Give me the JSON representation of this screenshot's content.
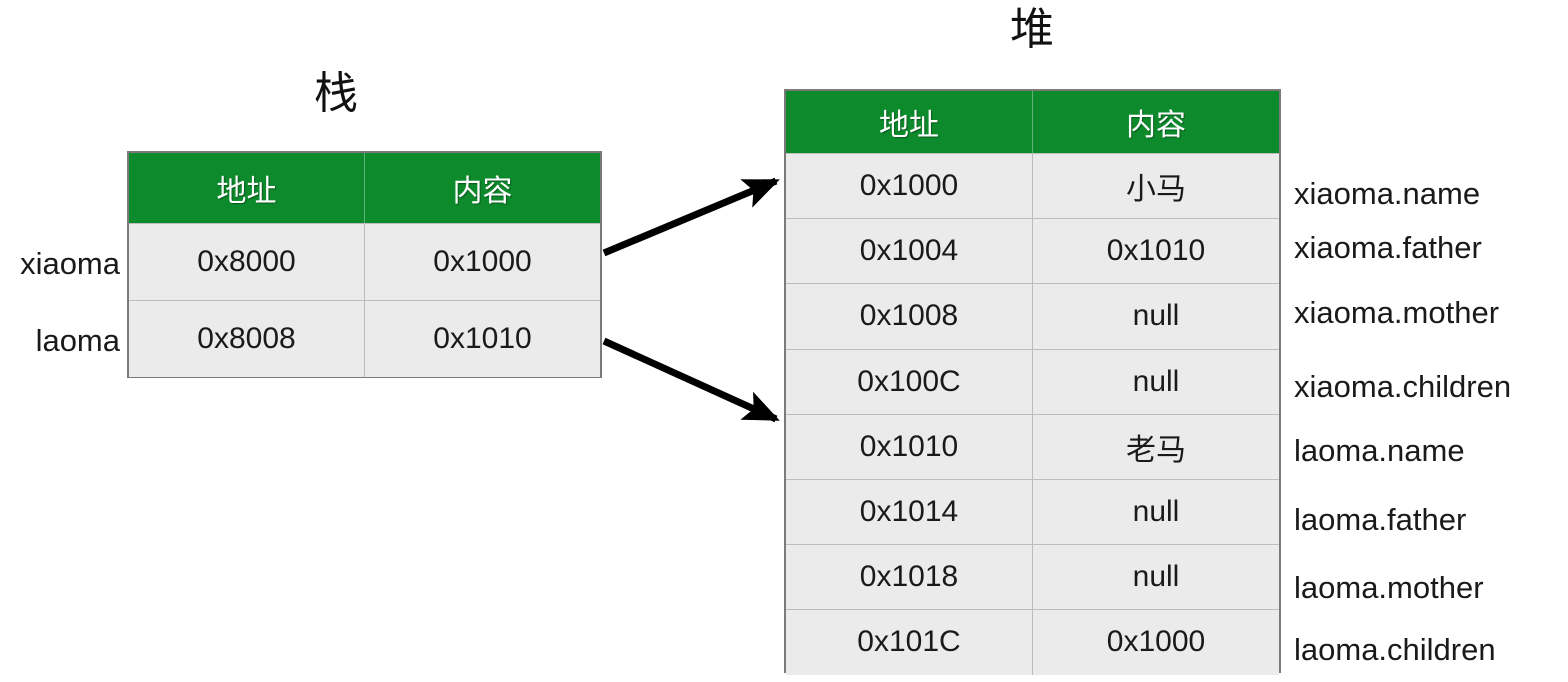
{
  "diagram": {
    "title_stack": "栈",
    "title_heap": "堆"
  },
  "stack": {
    "title": "栈",
    "columns": [
      "地址",
      "内容"
    ],
    "rows": [
      {
        "label": "xiaoma",
        "address": "0x8000",
        "content": "0x1000"
      },
      {
        "label": "laoma",
        "address": "0x8008",
        "content": "0x1010"
      }
    ]
  },
  "heap": {
    "title": "堆",
    "columns": [
      "地址",
      "内容"
    ],
    "rows": [
      {
        "address": "0x1000",
        "content": "小马",
        "field": "xiaoma.name"
      },
      {
        "address": "0x1004",
        "content": "0x1010",
        "field": "xiaoma.father"
      },
      {
        "address": "0x1008",
        "content": "null",
        "field": "xiaoma.mother"
      },
      {
        "address": "0x100C",
        "content": "null",
        "field": "xiaoma.children"
      },
      {
        "address": "0x1010",
        "content": "老马",
        "field": "laoma.name"
      },
      {
        "address": "0x1014",
        "content": "null",
        "field": "laoma.father"
      },
      {
        "address": "0x1018",
        "content": "null",
        "field": "laoma.mother"
      },
      {
        "address": "0x101C",
        "content": "0x1000",
        "field": "laoma.children"
      }
    ]
  },
  "arrows": [
    {
      "name": "xiaoma-pointer-arrow",
      "from_row": "0x8000",
      "to_row": "0x1000"
    },
    {
      "name": "laoma-pointer-arrow",
      "from_row": "0x8008",
      "to_row": "0x1010"
    }
  ],
  "colors": {
    "header_green": "#0D8A2B",
    "cell_gray": "#EBEBEB",
    "border_gray": "#7A7A7A",
    "grid_gray": "#BDBDBD",
    "text_dark": "#1A1A1A",
    "arrow_black": "#000000"
  }
}
